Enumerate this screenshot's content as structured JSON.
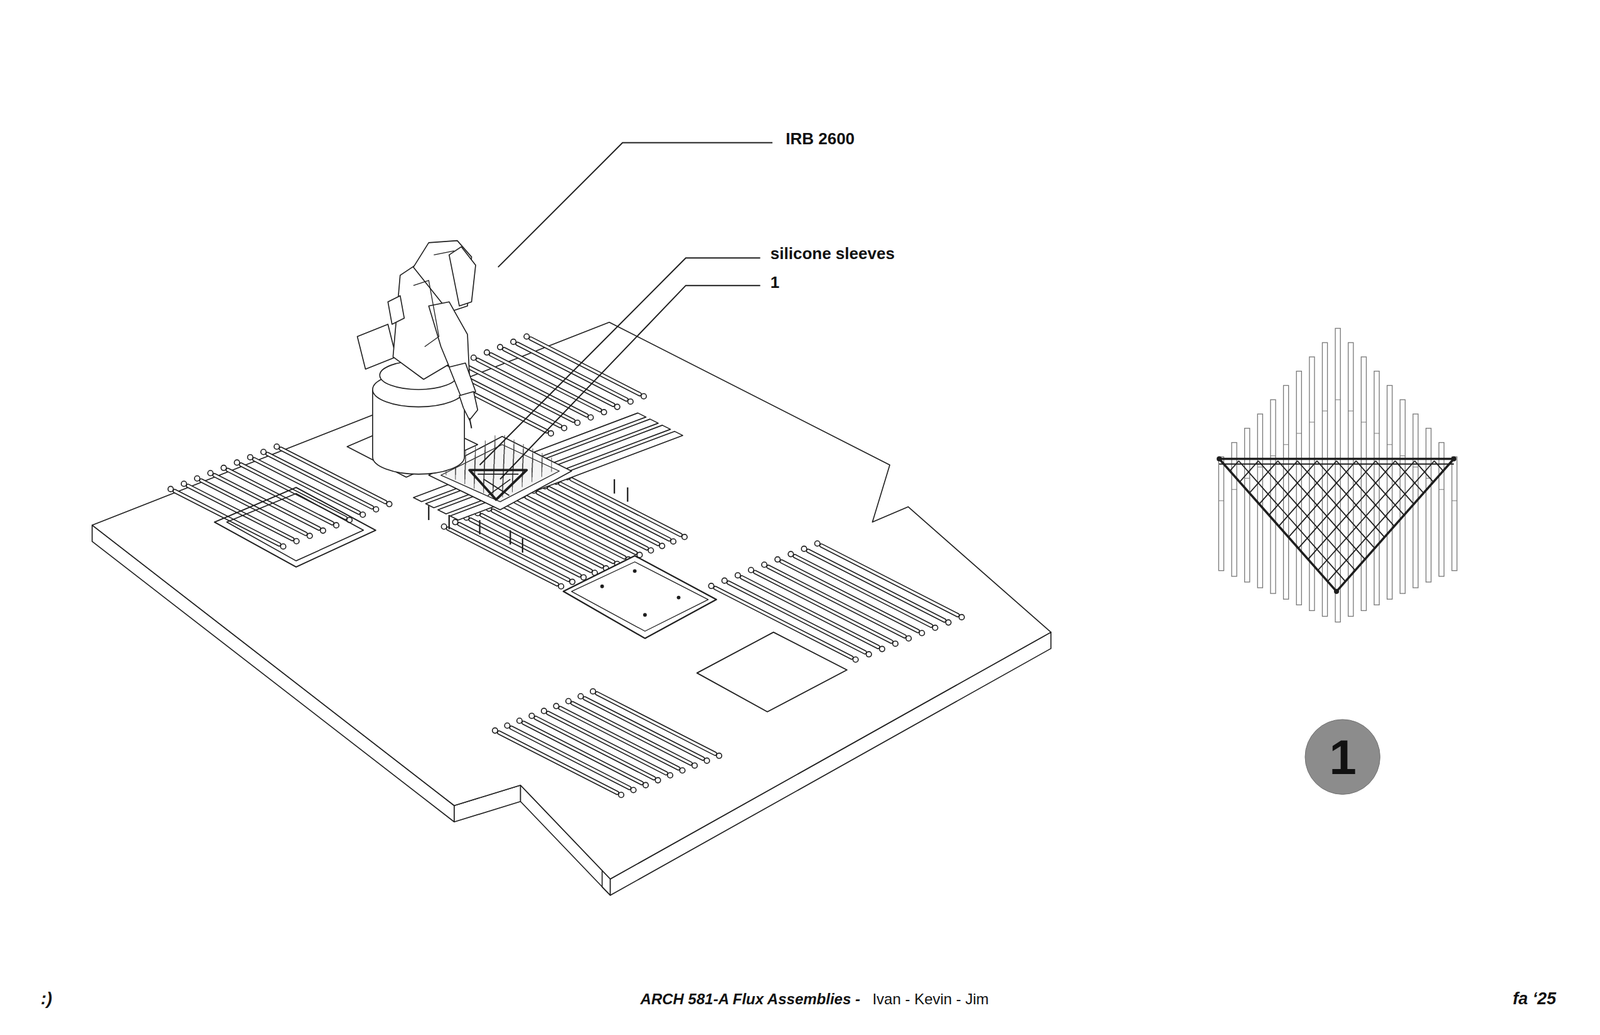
{
  "diagram": {
    "nodes": [
      {
        "text": [
          "1"
        ]
      }
    ],
    "labels": [
      "IRB 2600",
      "silicone sleeves",
      "1",
      ":)",
      "ARCH 581-A Flux Assemblies -",
      "Ivan - Kevin - Jim",
      "fa ‘25"
    ]
  }
}
